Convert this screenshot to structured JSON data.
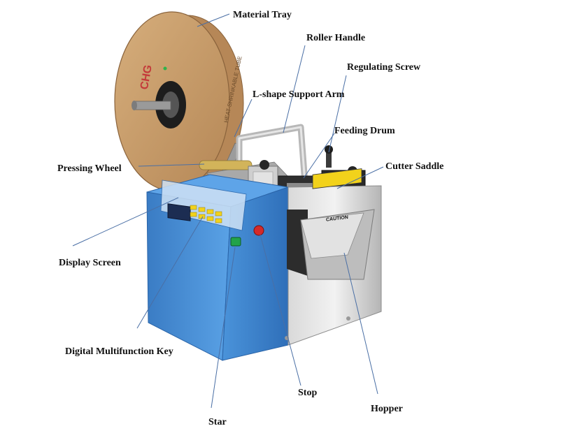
{
  "labels": {
    "material_tray": "Material Tray",
    "roller_handle": "Roller Handle",
    "regulating_screw": "Regulating Screw",
    "l_shape_support_arm": "L-shape Support Arm",
    "feeding_drum": "Feeding Drum",
    "pressing_wheel": "Pressing Wheel",
    "cutter_saddle": "Cutter Saddle",
    "display_screen": "Display Screen",
    "digital_multifunction_key": "Digital Multifunction Key",
    "stop": "Stop",
    "hopper": "Hopper",
    "star": "Star"
  },
  "machine": {
    "reel_text": "HEAT-SHRINKABLE TUBE",
    "reel_logo": "CHG",
    "caution_text": "CAUTION"
  },
  "colors": {
    "body_blue": "#3f86cf",
    "body_blue_dark": "#2a64a8",
    "cardboard": "#c79d6b",
    "steel": "#c9c9c9",
    "stop_button": "#d42a2a",
    "start_button": "#22a34a",
    "caution_yellow": "#f2d21b",
    "leader_line": "#4a6fa5"
  }
}
